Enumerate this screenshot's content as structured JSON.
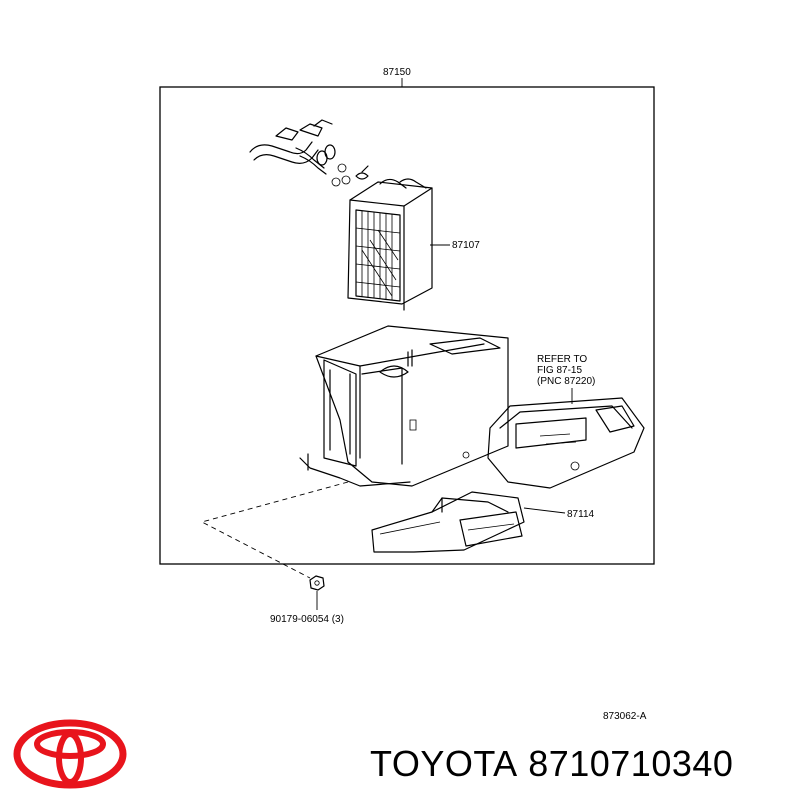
{
  "diagram": {
    "assembly_label": "87150",
    "radiator_label": "87107",
    "duct_label": "87114",
    "reference_note": [
      "REFER TO",
      "FIG 87-15",
      "(PNC 87220)"
    ],
    "fastener_label": "90179-06054 (3)",
    "figure_code": "873062-A"
  },
  "brand": {
    "name": "TOYOTA",
    "part_number": "8710710340",
    "logo_color": "#e8141c",
    "logo_icon": "toyota-logo"
  }
}
